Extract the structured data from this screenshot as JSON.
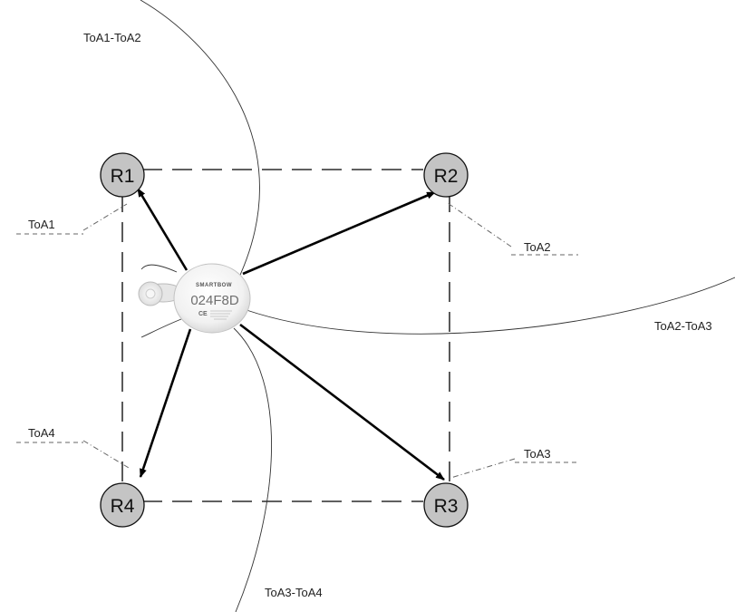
{
  "nodes": {
    "r1": "R1",
    "r2": "R2",
    "r3": "R3",
    "r4": "R4"
  },
  "toa_labels": {
    "toa1": "ToA1",
    "toa2": "ToA2",
    "toa3": "ToA3",
    "toa4": "ToA4"
  },
  "hyperbola_labels": {
    "h12": "ToA1-ToA2",
    "h23": "ToA2-ToA3",
    "h34": "ToA3-ToA4"
  },
  "device": {
    "brand": "SMARTBOW",
    "id": "024F8D",
    "mark": "CE"
  },
  "colors": {
    "node_fill": "#c4c4c4",
    "line": "#000000"
  }
}
